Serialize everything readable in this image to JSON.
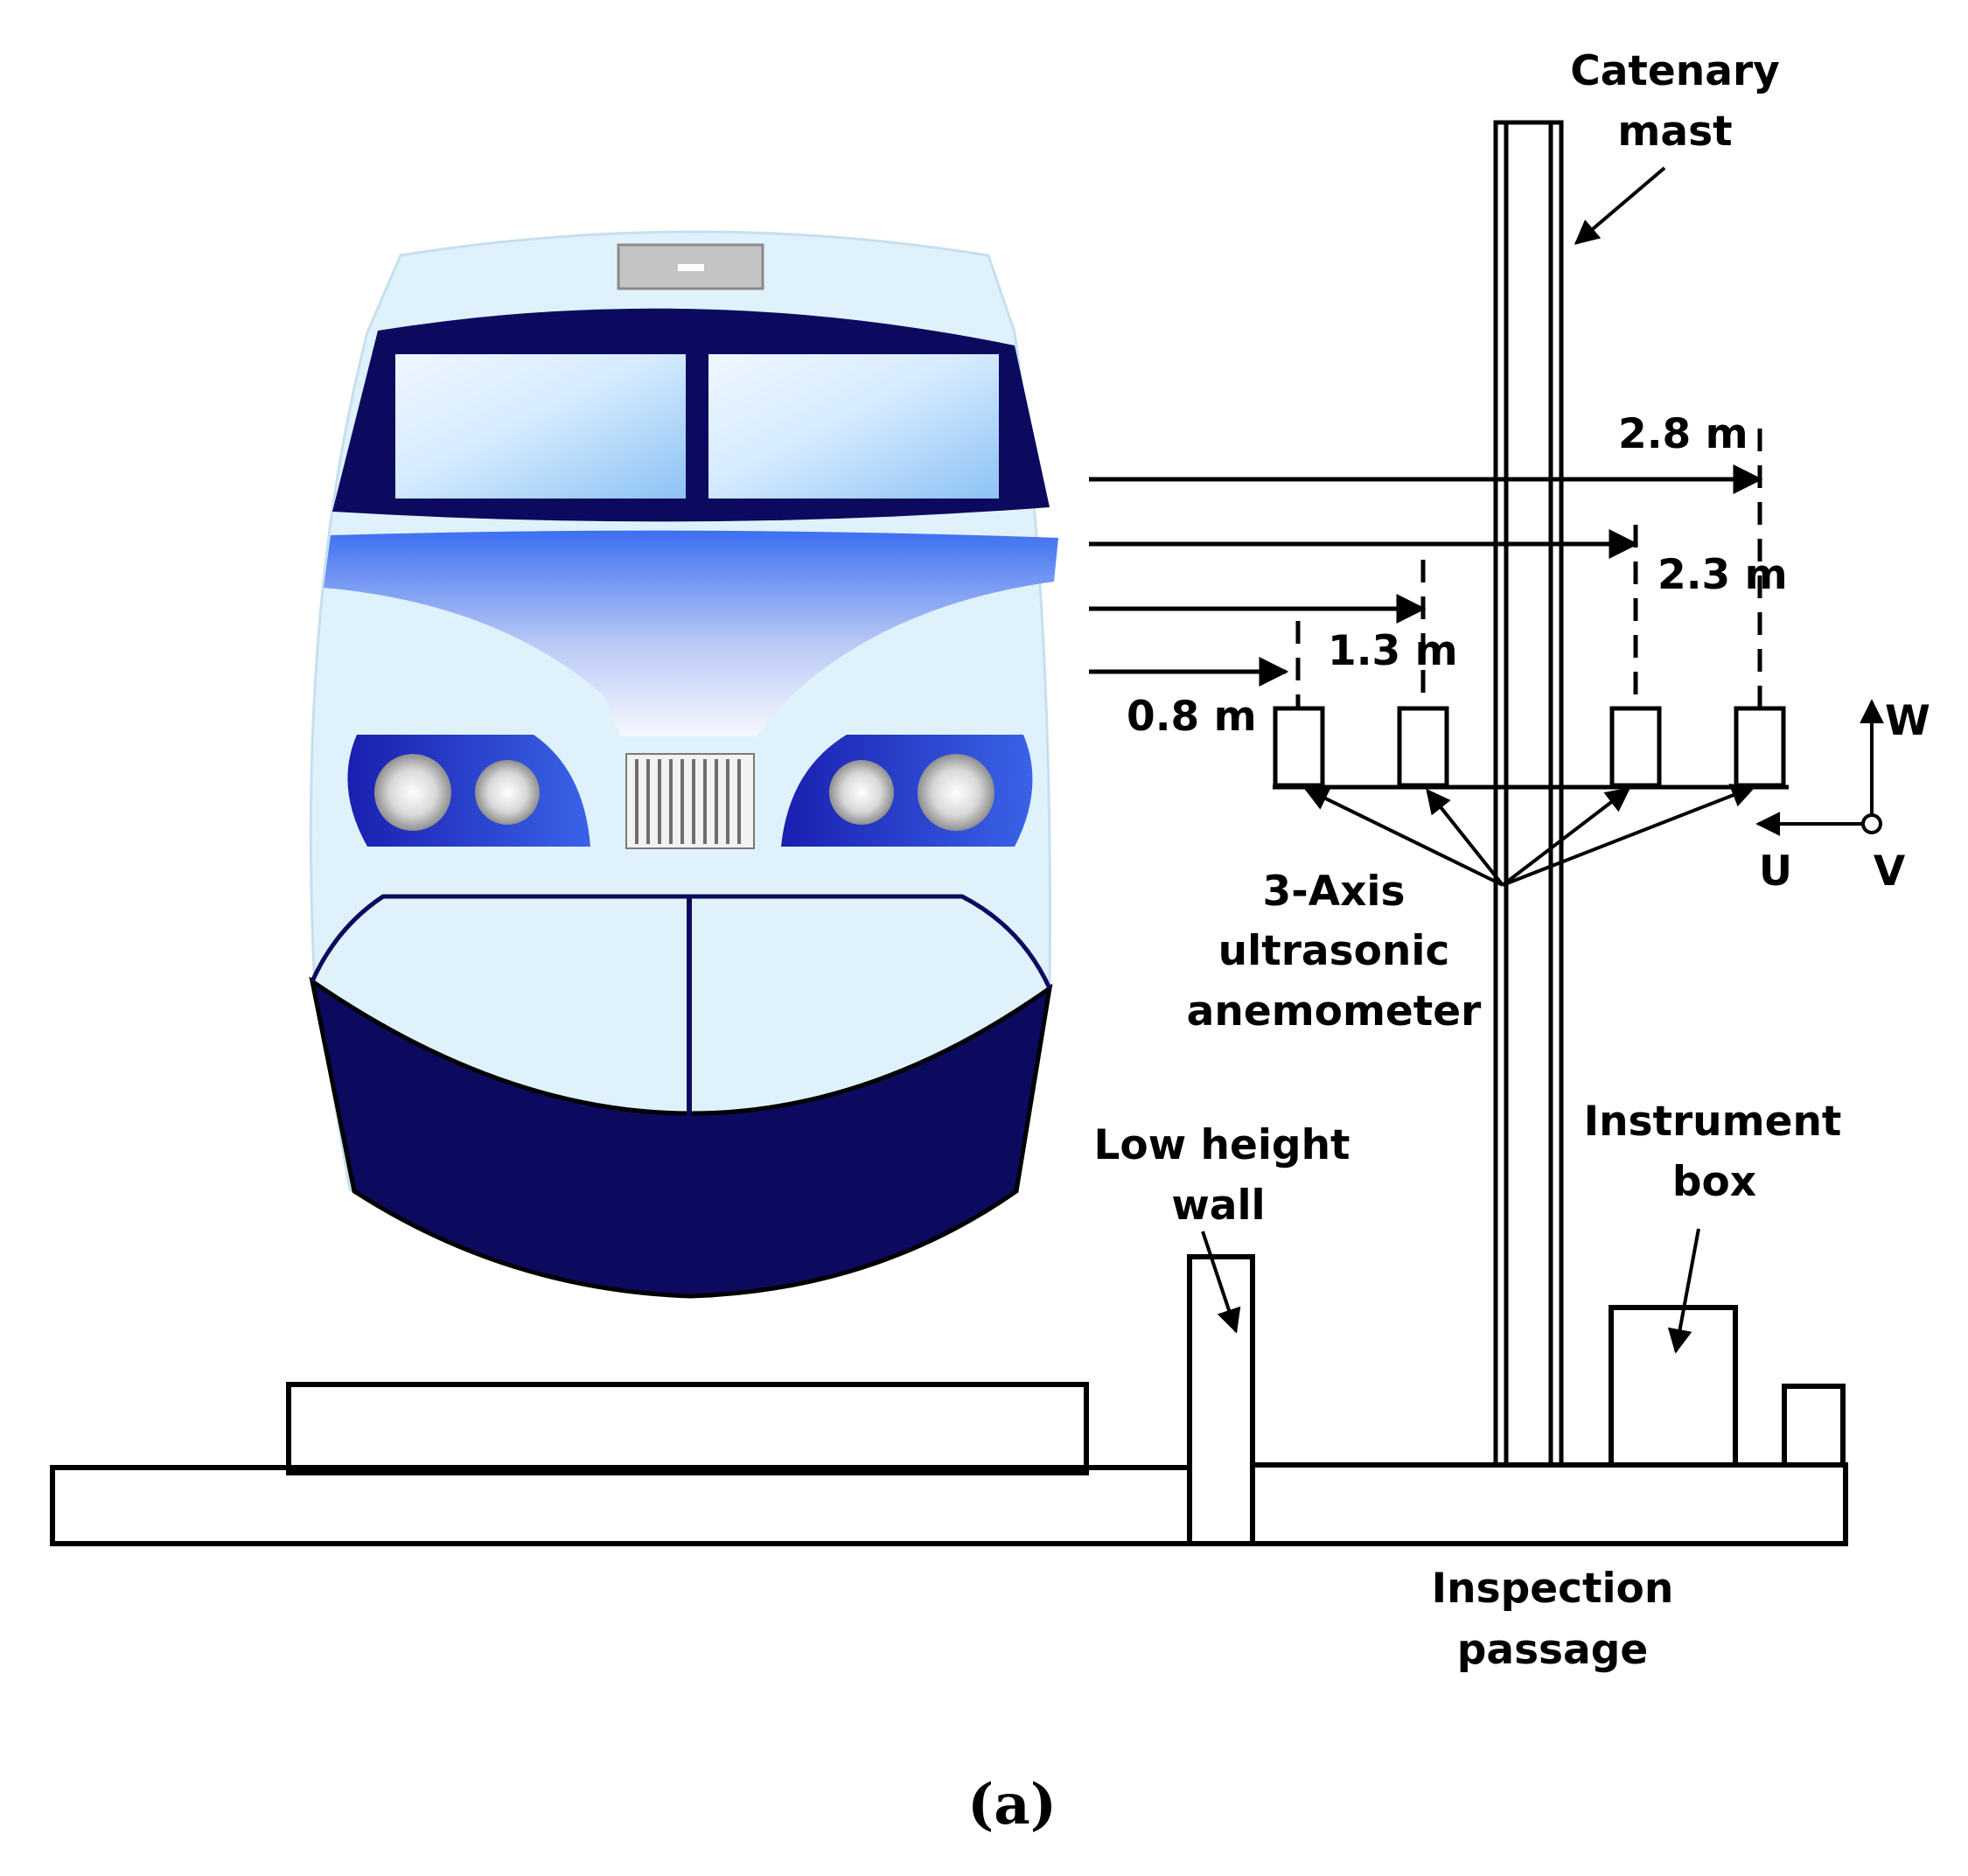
{
  "labels": {
    "catenary_mast_line1": "Catenary",
    "catenary_mast_line2": "mast",
    "low_height_wall_line1": "Low height",
    "low_height_wall_line2": "wall",
    "instrument_box_line1": "Instrument",
    "instrument_box_line2": "box",
    "inspection_passage_line1": "Inspection",
    "inspection_passage_line2": "passage",
    "anemometer_line1": "3-Axis",
    "anemometer_line2": "ultrasonic",
    "anemometer_line3": "anemometer"
  },
  "distances": [
    "0.8  m",
    "1.3  m",
    "2.3  m",
    "2.8  m"
  ],
  "axes": {
    "w": "W",
    "u": "U",
    "v": "V"
  },
  "caption": "(a)",
  "colors": {
    "train_body": "#dff2fc",
    "train_navy": "#0c0a5e",
    "train_blue": "#1e2fb8",
    "stripe_blue": "#3f7cf0",
    "window_light": "#e9f5ff",
    "window_blue": "#9ccaf6",
    "line": "#000000"
  }
}
